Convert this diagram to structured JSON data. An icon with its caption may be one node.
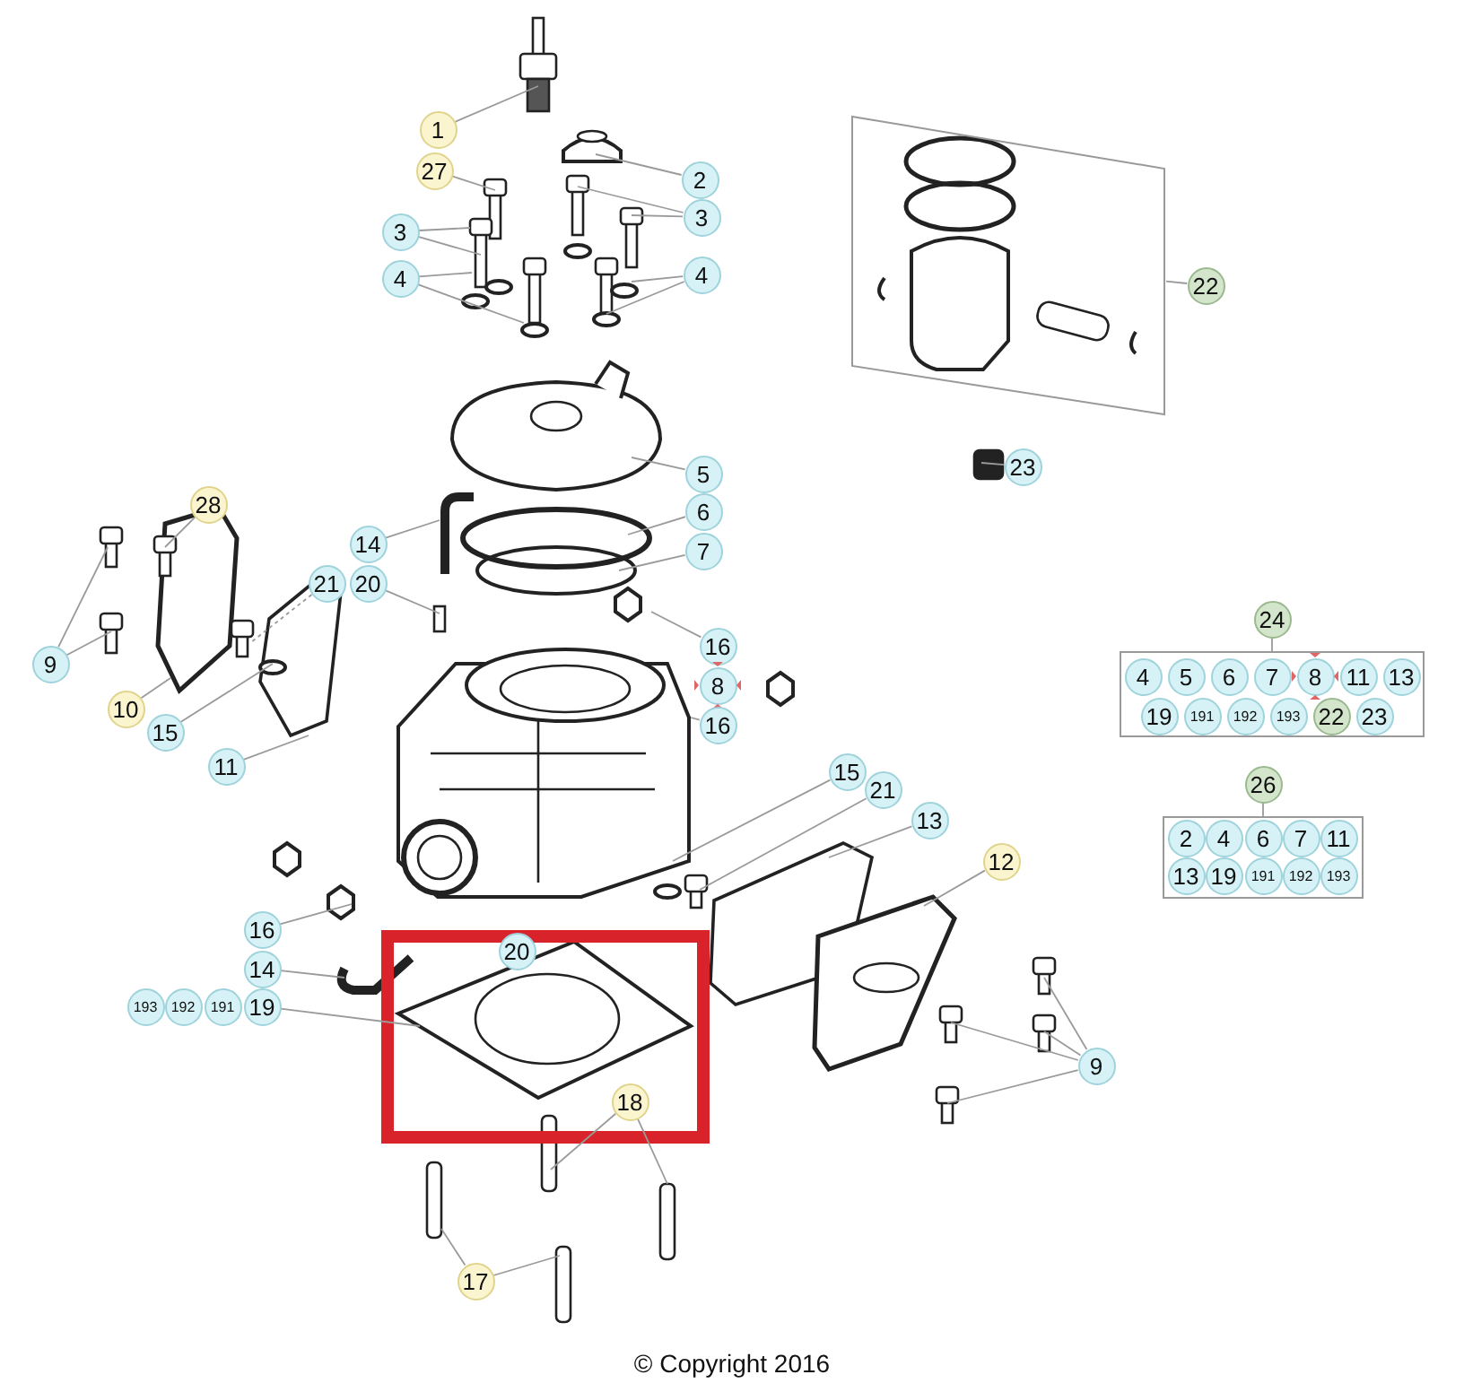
{
  "diagram": {
    "caption": "© Copyright 2016",
    "nodes": [
      {
        "text": [
          "1"
        ]
      },
      {
        "text": [
          "2"
        ]
      },
      {
        "text": [
          "27"
        ]
      },
      {
        "text": [
          "3"
        ]
      },
      {
        "text": [
          "3"
        ]
      },
      {
        "text": [
          "4"
        ]
      },
      {
        "text": [
          "4"
        ]
      },
      {
        "text": [],
        "shape": "box"
      },
      {
        "text": [
          "22"
        ]
      },
      {
        "text": [
          "23"
        ]
      },
      {
        "text": [
          "5"
        ]
      },
      {
        "text": [
          "6"
        ]
      },
      {
        "text": [
          "7"
        ]
      },
      {
        "text": [
          "28"
        ]
      },
      {
        "text": [
          "14"
        ]
      },
      {
        "text": [
          "21"
        ]
      },
      {
        "text": [
          "20"
        ]
      },
      {
        "text": [
          "9"
        ]
      },
      {
        "text": [
          "16"
        ]
      },
      {
        "text": [
          "8"
        ]
      },
      {
        "text": [
          "16"
        ]
      },
      {
        "text": [
          "10"
        ]
      },
      {
        "text": [
          "15"
        ]
      },
      {
        "text": [
          "11"
        ]
      },
      {
        "text": [
          "24"
        ]
      },
      {
        "text": [],
        "shape": "box"
      },
      {
        "text": [
          "4"
        ],
        "in": 25
      },
      {
        "text": [
          "5"
        ],
        "in": 25
      },
      {
        "text": [
          "6"
        ],
        "in": 25
      },
      {
        "text": [
          "7"
        ],
        "in": 25
      },
      {
        "text": [
          "8"
        ],
        "in": 25
      },
      {
        "text": [
          "11"
        ],
        "in": 25
      },
      {
        "text": [
          "13"
        ],
        "in": 25
      },
      {
        "text": [
          "19"
        ],
        "in": 25
      },
      {
        "text": [
          "191"
        ],
        "in": 25
      },
      {
        "text": [
          "192"
        ],
        "in": 25
      },
      {
        "text": [
          "193"
        ],
        "in": 25
      },
      {
        "text": [
          "22"
        ],
        "in": 25
      },
      {
        "text": [
          "23"
        ],
        "in": 25
      },
      {
        "text": [
          "26"
        ]
      },
      {
        "text": [],
        "shape": "box"
      },
      {
        "text": [
          "2"
        ],
        "in": 40
      },
      {
        "text": [
          "4"
        ],
        "in": 40
      },
      {
        "text": [
          "6"
        ],
        "in": 40
      },
      {
        "text": [
          "7"
        ],
        "in": 40
      },
      {
        "text": [
          "11"
        ],
        "in": 40
      },
      {
        "text": [
          "13"
        ],
        "in": 40
      },
      {
        "text": [
          "19"
        ],
        "in": 40
      },
      {
        "text": [
          "191"
        ],
        "in": 40
      },
      {
        "text": [
          "192"
        ],
        "in": 40
      },
      {
        "text": [
          "193"
        ],
        "in": 40
      },
      {
        "text": [
          "15"
        ]
      },
      {
        "text": [
          "21"
        ]
      },
      {
        "text": [
          "13"
        ]
      },
      {
        "text": [
          "12"
        ]
      },
      {
        "text": [
          "16"
        ]
      },
      {
        "text": [
          "14"
        ]
      },
      {
        "text": [
          "193"
        ]
      },
      {
        "text": [
          "192"
        ]
      },
      {
        "text": [
          "191"
        ]
      },
      {
        "text": [
          "19"
        ]
      },
      {
        "text": [
          "20"
        ]
      },
      {
        "text": [
          "18"
        ]
      },
      {
        "text": [
          "9"
        ]
      },
      {
        "text": [
          "17"
        ]
      }
    ],
    "edges": [
      {
        "from": 0,
        "to": null,
        "arrow": "none"
      },
      {
        "from": 1,
        "to": null,
        "arrow": "none"
      },
      {
        "from": 2,
        "to": null,
        "arrow": "none"
      },
      {
        "from": 3,
        "to": null,
        "arrow": "none"
      },
      {
        "from": 3,
        "to": null,
        "arrow": "none"
      },
      {
        "from": 4,
        "to": null,
        "arrow": "none"
      },
      {
        "from": 4,
        "to": null,
        "arrow": "none"
      },
      {
        "from": 5,
        "to": null,
        "arrow": "none"
      },
      {
        "from": 5,
        "to": null,
        "arrow": "none"
      },
      {
        "from": 6,
        "to": null,
        "arrow": "none"
      },
      {
        "from": 6,
        "to": null,
        "arrow": "none"
      },
      {
        "from": 8,
        "to": 7,
        "arrow": "none"
      },
      {
        "from": 9,
        "to": null,
        "arrow": "none"
      },
      {
        "from": 10,
        "to": null,
        "arrow": "none"
      },
      {
        "from": 11,
        "to": null,
        "arrow": "none"
      },
      {
        "from": 12,
        "to": null,
        "arrow": "none"
      },
      {
        "from": 13,
        "to": null,
        "arrow": "none"
      },
      {
        "from": 14,
        "to": null,
        "arrow": "none"
      },
      {
        "from": 15,
        "to": null,
        "arrow": "none",
        "style": "dashed"
      },
      {
        "from": 16,
        "to": null,
        "arrow": "none"
      },
      {
        "from": 17,
        "to": null,
        "arrow": "none"
      },
      {
        "from": 17,
        "to": null,
        "arrow": "none"
      },
      {
        "from": 18,
        "to": null,
        "arrow": "none"
      },
      {
        "from": 20,
        "to": null,
        "arrow": "none"
      },
      {
        "from": 21,
        "to": null,
        "arrow": "none"
      },
      {
        "from": 22,
        "to": null,
        "arrow": "none"
      },
      {
        "from": 23,
        "to": null,
        "arrow": "none"
      },
      {
        "from": 24,
        "to": 25,
        "arrow": "none"
      },
      {
        "from": 39,
        "to": 40,
        "arrow": "none"
      },
      {
        "from": 51,
        "to": null,
        "arrow": "none"
      },
      {
        "from": 52,
        "to": null,
        "arrow": "none"
      },
      {
        "from": 53,
        "to": null,
        "arrow": "none"
      },
      {
        "from": 54,
        "to": null,
        "arrow": "none"
      },
      {
        "from": 55,
        "to": null,
        "arrow": "none"
      },
      {
        "from": 56,
        "to": null,
        "arrow": "none"
      },
      {
        "from": 60,
        "to": null,
        "arrow": "none"
      },
      {
        "from": 62,
        "to": null,
        "arrow": "none"
      },
      {
        "from": 62,
        "to": null,
        "arrow": "none"
      },
      {
        "from": 63,
        "to": null,
        "arrow": "none"
      },
      {
        "from": 63,
        "to": null,
        "arrow": "none"
      },
      {
        "from": 63,
        "to": null,
        "arrow": "none"
      },
      {
        "from": 63,
        "to": null,
        "arrow": "none"
      },
      {
        "from": 64,
        "to": null,
        "arrow": "none"
      },
      {
        "from": 64,
        "to": null,
        "arrow": "none"
      }
    ]
  }
}
